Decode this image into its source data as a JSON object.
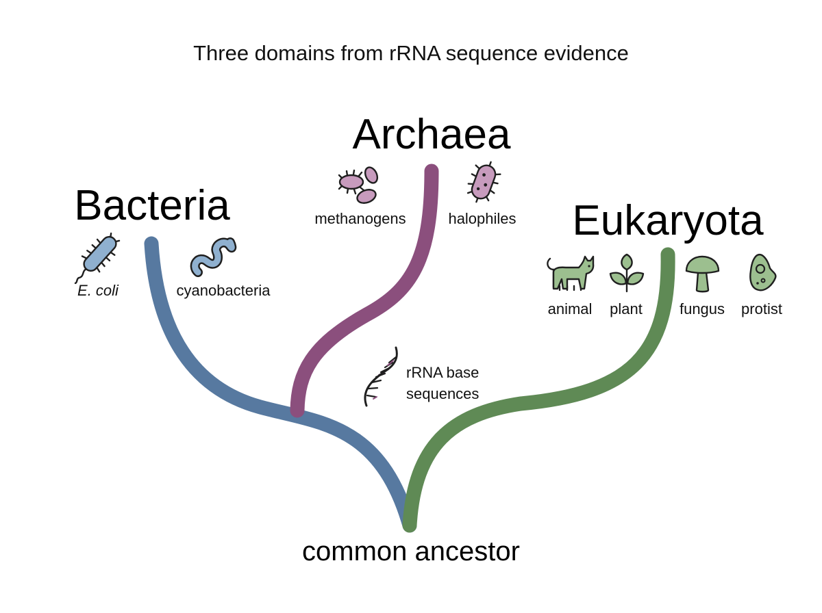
{
  "title": "Three domains from rRNA sequence evidence",
  "colors": {
    "bacteria": "#5779a0",
    "archaea": "#8b4f7d",
    "eukaryota": "#5f8a55",
    "bacteria_fill": "#8fb0cf",
    "archaea_fill": "#c79bbd",
    "eukaryota_fill": "#9cbf8f"
  },
  "domains": {
    "bacteria": {
      "name": "Bacteria",
      "examples": [
        {
          "label": "E. coli",
          "icon": "rod-bacterium-icon"
        },
        {
          "label": "cyanobacteria",
          "icon": "spiral-bacterium-icon"
        }
      ]
    },
    "archaea": {
      "name": "Archaea",
      "examples": [
        {
          "label": "methanogens",
          "icon": "methanogen-cells-icon"
        },
        {
          "label": "halophiles",
          "icon": "halophile-cell-icon"
        }
      ]
    },
    "eukaryota": {
      "name": "Eukaryota",
      "examples": [
        {
          "label": "animal",
          "icon": "cat-icon"
        },
        {
          "label": "plant",
          "icon": "sprout-icon"
        },
        {
          "label": "fungus",
          "icon": "mushroom-icon"
        },
        {
          "label": "protist",
          "icon": "protist-cell-icon"
        }
      ]
    }
  },
  "evidence": {
    "line1": "rRNA base",
    "line2": "sequences",
    "icon": "rna-strand-icon"
  },
  "root_label": "common ancestor"
}
